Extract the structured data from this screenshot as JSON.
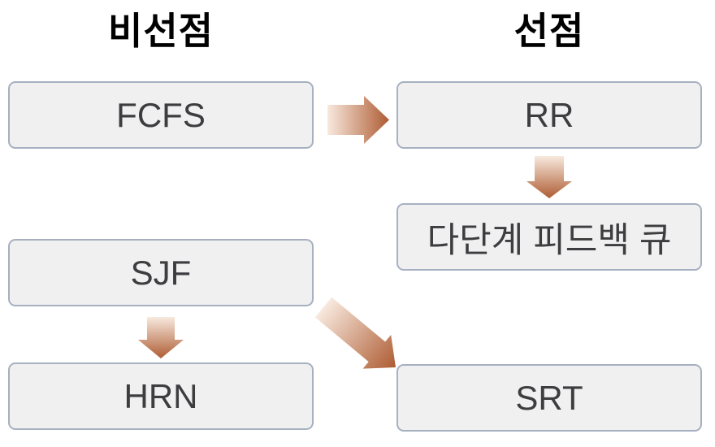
{
  "diagram": {
    "columns": [
      {
        "label": "비선점"
      },
      {
        "label": "선점"
      }
    ],
    "nodes": [
      {
        "id": "fcfs",
        "label": "FCFS",
        "column": "비선점"
      },
      {
        "id": "rr",
        "label": "RR",
        "column": "선점"
      },
      {
        "id": "mfq",
        "label": "다단계 피드백 큐",
        "column": "선점"
      },
      {
        "id": "sjf",
        "label": "SJF",
        "column": "비선점"
      },
      {
        "id": "hrn",
        "label": "HRN",
        "column": "비선점"
      },
      {
        "id": "srt",
        "label": "SRT",
        "column": "선점"
      }
    ],
    "edges": [
      {
        "from": "FCFS",
        "to": "RR",
        "direction": "right"
      },
      {
        "from": "RR",
        "to": "다단계 피드백 큐",
        "direction": "down"
      },
      {
        "from": "SJF",
        "to": "HRN",
        "direction": "down"
      },
      {
        "from": "SJF",
        "to": "SRT",
        "direction": "down-right"
      }
    ],
    "colors": {
      "box_fill": "#f0f0f1",
      "box_border": "#a6b0c0",
      "box_text": "#3d3d40",
      "header_text": "#000000",
      "arrow_light": "#f8e9de",
      "arrow_dark": "#ae5c33"
    }
  }
}
